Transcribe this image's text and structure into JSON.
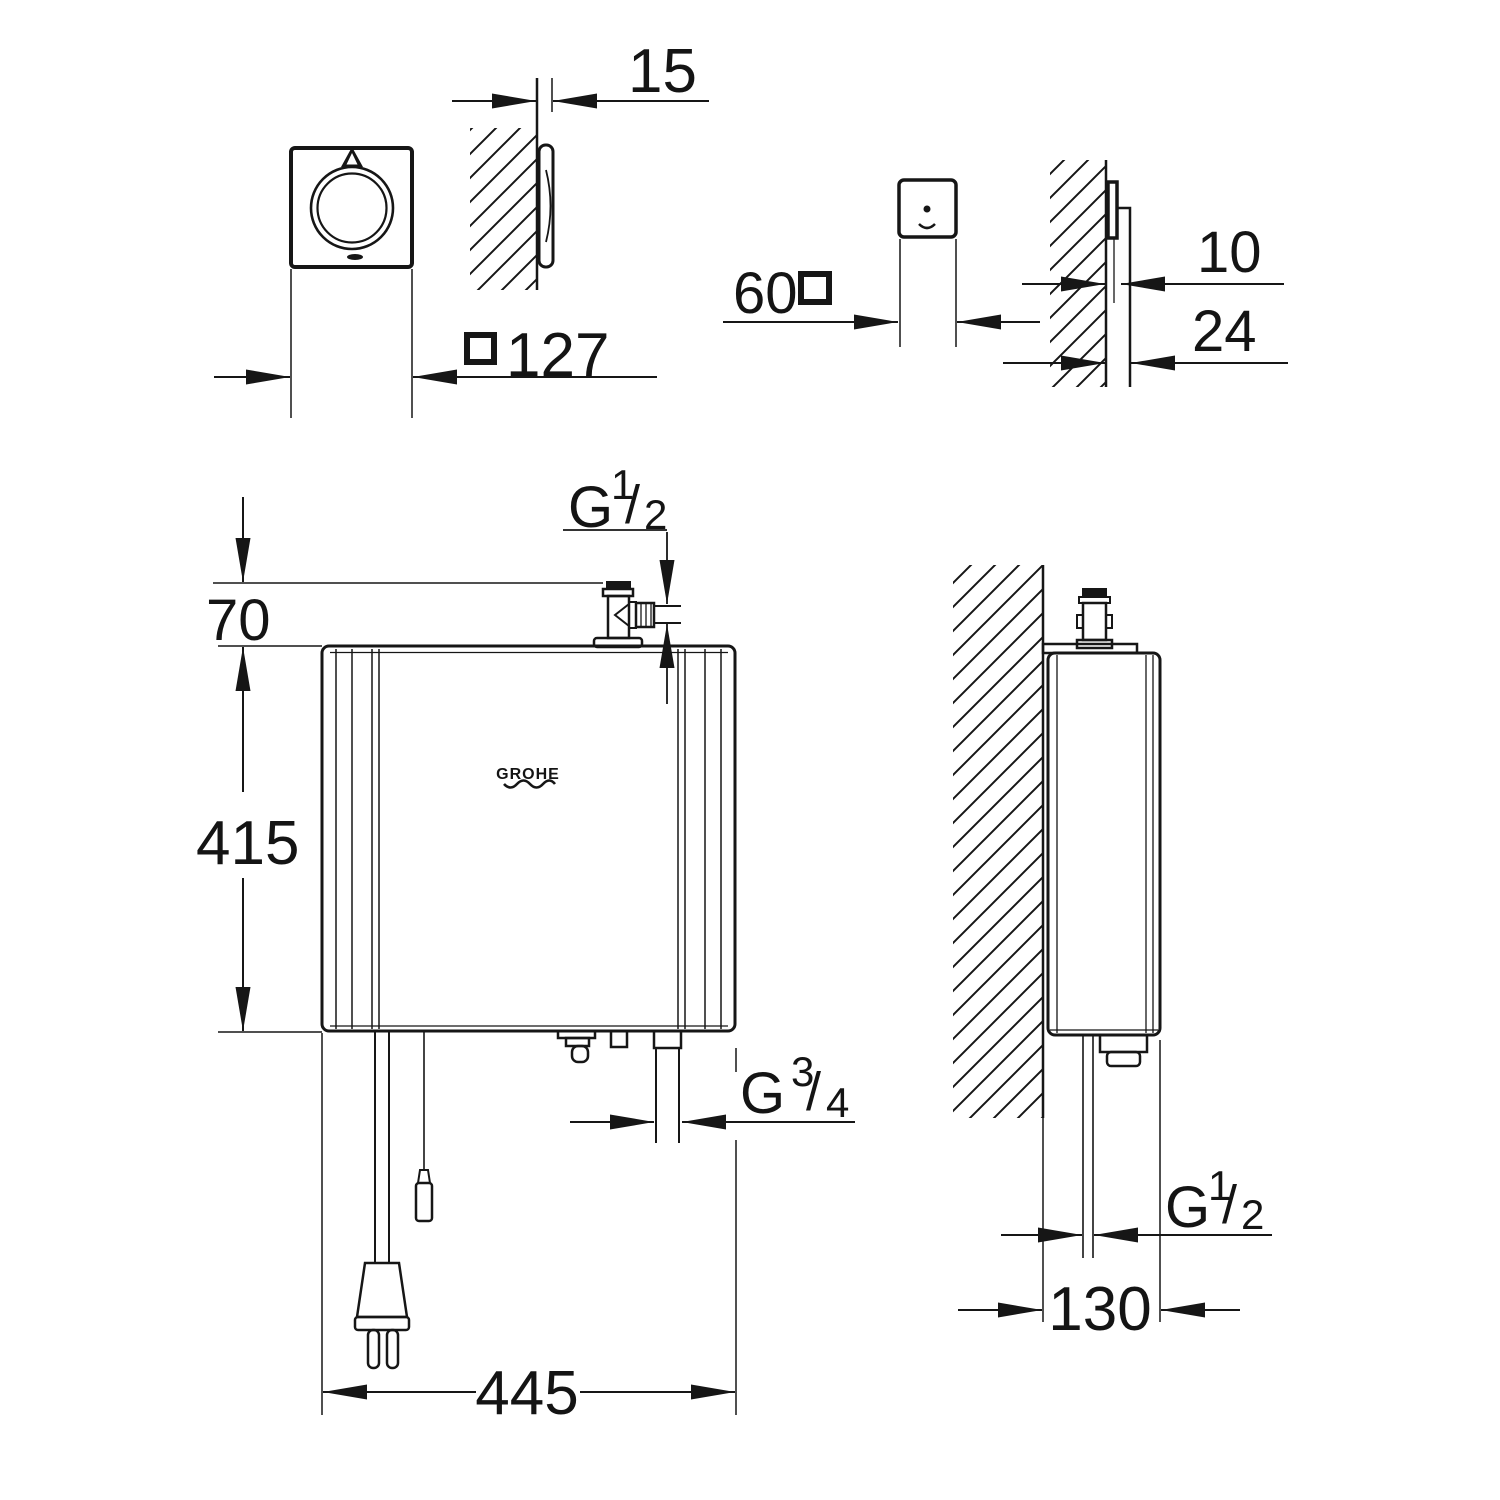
{
  "drawing": {
    "background": "#ffffff",
    "line_color": "#161616",
    "brand": {
      "logo_text": "GROHE"
    },
    "views": {
      "control_plate_front": {
        "dim_square_width": "127"
      },
      "control_plate_side": {
        "dim_wall_offset": "15"
      },
      "sensor_front": {
        "dim_square_width": "60"
      },
      "sensor_side": {
        "dim_plate_protrusion": "10",
        "dim_total_depth": "24"
      },
      "heater_front": {
        "dim_connection_height": "70",
        "dim_body_height": "415",
        "dim_body_width": "445",
        "thread_top_inlet": {
          "letter": "G",
          "numerator": "1",
          "slash": "/",
          "denominator": "2"
        },
        "thread_bottom_outlet": {
          "letter": "G",
          "numerator": "3",
          "slash": "/",
          "denominator": "4"
        }
      },
      "heater_side": {
        "dim_body_depth": "130",
        "thread_bottom_connection": {
          "letter": "G",
          "numerator": "1",
          "slash": "/",
          "denominator": "2"
        }
      }
    }
  }
}
